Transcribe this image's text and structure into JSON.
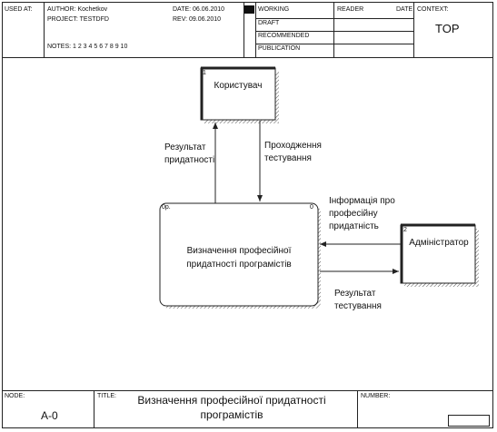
{
  "header": {
    "used_at": "USED AT:",
    "author": "AUTHOR:  Kochetkov",
    "project": "PROJECT:  TESTDFD",
    "date": "DATE:  06.06.2010",
    "rev": "REV:  09.06.2010",
    "notes": "NOTES:  1  2  3  4  5  6  7  8  9  10",
    "status": [
      "WORKING",
      "DRAFT",
      "RECOMMENDED",
      "PUBLICATION"
    ],
    "reader": "READER",
    "date2": "DATE",
    "context": "CONTEXT:",
    "context_value": "TOP"
  },
  "diagram": {
    "entity_user": {
      "number": "1",
      "label": "Користувач"
    },
    "entity_admin": {
      "number": "2",
      "label": "Адміністратор"
    },
    "process": {
      "id": "0р.",
      "number": "0",
      "label_line1": "Визначення професійної",
      "label_line2": "придатності програмістів"
    },
    "flows": {
      "result_fitness_1": "Результат",
      "result_fitness_2": "придатності",
      "testing_1": "Проходження",
      "testing_2": "тестування",
      "info_1": "Інформація про",
      "info_2": "професійну",
      "info_3": "придатність",
      "result_test_1": "Результат",
      "result_test_2": "тестування"
    }
  },
  "footer": {
    "node_label": "NODE:",
    "node_value": "A-0",
    "title_label": "TITLE:",
    "title_line1": "Визначення професійної  придатності",
    "title_line2": "програмістів",
    "number_label": "NUMBER:"
  },
  "colors": {
    "line": "#222222",
    "working_marker": "#111111",
    "shadow": "#555555"
  }
}
